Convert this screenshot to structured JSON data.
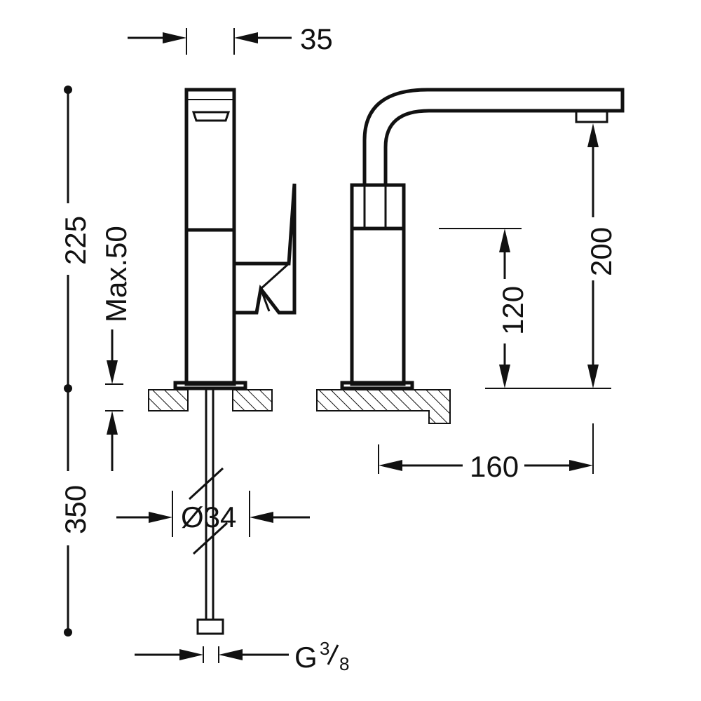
{
  "dimensions": {
    "spout_width": "35",
    "total_height": "225",
    "max_counter": "Max.50",
    "hose_length": "350",
    "bore_diameter": "Ø34",
    "thread_main": "G",
    "thread_num": "3",
    "thread_den": "8",
    "reach": "160",
    "lever_height": "120",
    "outlet_height": "200"
  },
  "colors": {
    "line": "#111111",
    "background": "#ffffff"
  }
}
